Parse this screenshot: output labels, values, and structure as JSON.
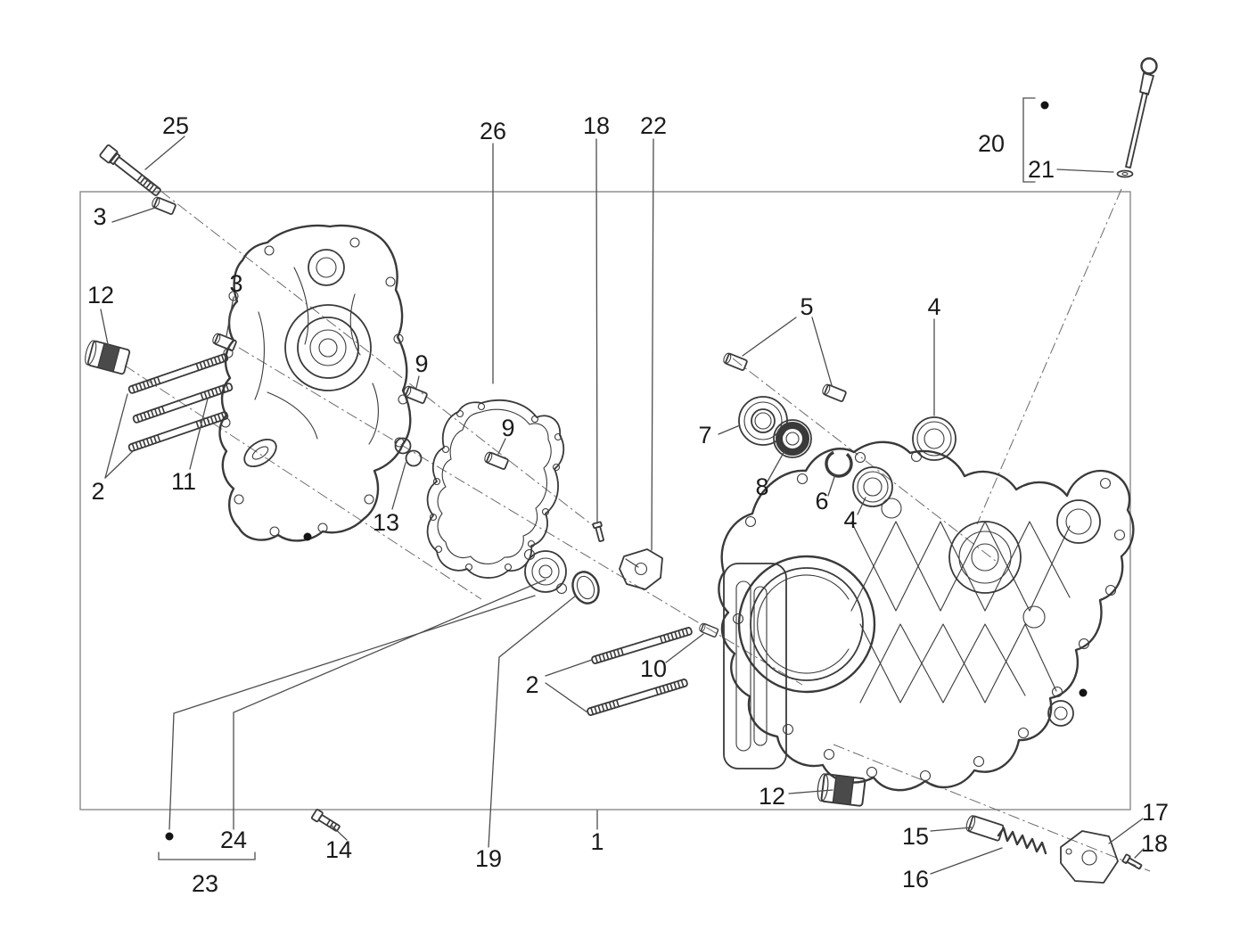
{
  "figure": {
    "type": "exploded-parts-diagram",
    "description": "Engine crankcase assembly exploded view with numbered callouts",
    "background": "#ffffff",
    "line_color": "#3a3a3a",
    "border_color": "#8a8a8a",
    "label_color": "#1b1b1b"
  },
  "callouts": [
    {
      "label": "25"
    },
    {
      "label": "3"
    },
    {
      "label": "12"
    },
    {
      "label": "3"
    },
    {
      "label": "2"
    },
    {
      "label": "11"
    },
    {
      "label": "9"
    },
    {
      "label": "13"
    },
    {
      "label": "9"
    },
    {
      "label": "26"
    },
    {
      "label": "18"
    },
    {
      "label": "22"
    },
    {
      "label": "5"
    },
    {
      "label": "4"
    },
    {
      "label": "7"
    },
    {
      "label": "8"
    },
    {
      "label": "6"
    },
    {
      "label": "4"
    },
    {
      "label": "20"
    },
    {
      "label": "21"
    },
    {
      "label": "2"
    },
    {
      "label": "10"
    },
    {
      "label": "12"
    },
    {
      "label": "14"
    },
    {
      "label": "24"
    },
    {
      "label": "23"
    },
    {
      "label": "19"
    },
    {
      "label": "1"
    },
    {
      "label": "15"
    },
    {
      "label": "16"
    },
    {
      "label": "17"
    },
    {
      "label": "18"
    }
  ]
}
